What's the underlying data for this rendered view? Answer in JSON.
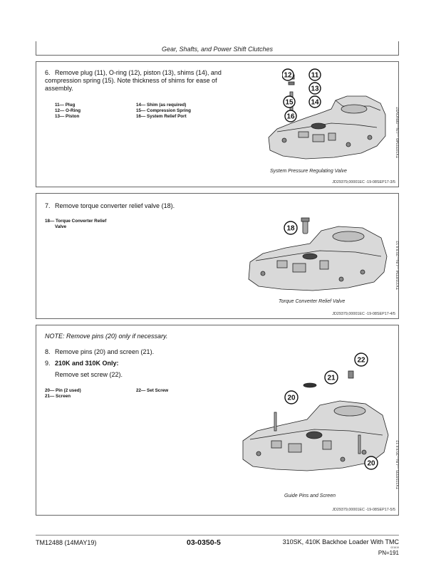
{
  "header": {
    "section_title": "Gear, Shafts, and Power Shift Clutches"
  },
  "panel1": {
    "step_num": "6.",
    "step_text": "Remove plug (11), O-ring (12), piston (13), shims (14), and compression spring (15). Note thickness of shims for ease of assembly.",
    "legend_left": [
      "11— Plug",
      "12— O-Ring",
      "13— Piston"
    ],
    "legend_right": [
      "14— Shim (as required)",
      "15— Compression Spring",
      "16— System Relief Port"
    ],
    "callouts": [
      "12",
      "11",
      "13",
      "15",
      "14",
      "16"
    ],
    "caption": "System Pressure Regulating Valve",
    "side_code": "TX1031549 —UN—08NOV07",
    "doc_id": "JD29379,00001EC -19-08SEP17-3/5"
  },
  "panel2": {
    "step_num": "7.",
    "step_text": "Remove torque converter relief valve (18).",
    "legend": [
      "18— Torque Converter Relief",
      "Valve"
    ],
    "callouts": [
      "18"
    ],
    "caption": "Torque Converter Relief Valve",
    "side_code": "TX1118334 —UN—20JUL12",
    "doc_id": "JD29379,00001EC -19-08SEP17-4/5"
  },
  "panel3": {
    "note": "NOTE: Remove pins (20) only if necessary.",
    "step8_num": "8.",
    "step8_text": "Remove pins (20) and screen (21).",
    "step9_num": "9.",
    "step9_text": "210K and 310K Only:",
    "step9_sub": "Remove set screw (22).",
    "legend_left": [
      "20— Pin (2 used)",
      "21— Screen"
    ],
    "legend_right": [
      "22— Set Screw"
    ],
    "callouts": [
      "22",
      "21",
      "20",
      "20"
    ],
    "caption": "Guide Pins and Screen",
    "side_code": "TX1118335 —UN—20JUL12",
    "doc_id": "JD29379,00001EC -19-08SEP17-5/5"
  },
  "footer": {
    "manual": "TM12488 (14MAY19)",
    "page": "03-0350-5",
    "model": "310SK, 410K Backhoe Loader With TMC",
    "tiny": "021619",
    "pn": "PN=191"
  }
}
